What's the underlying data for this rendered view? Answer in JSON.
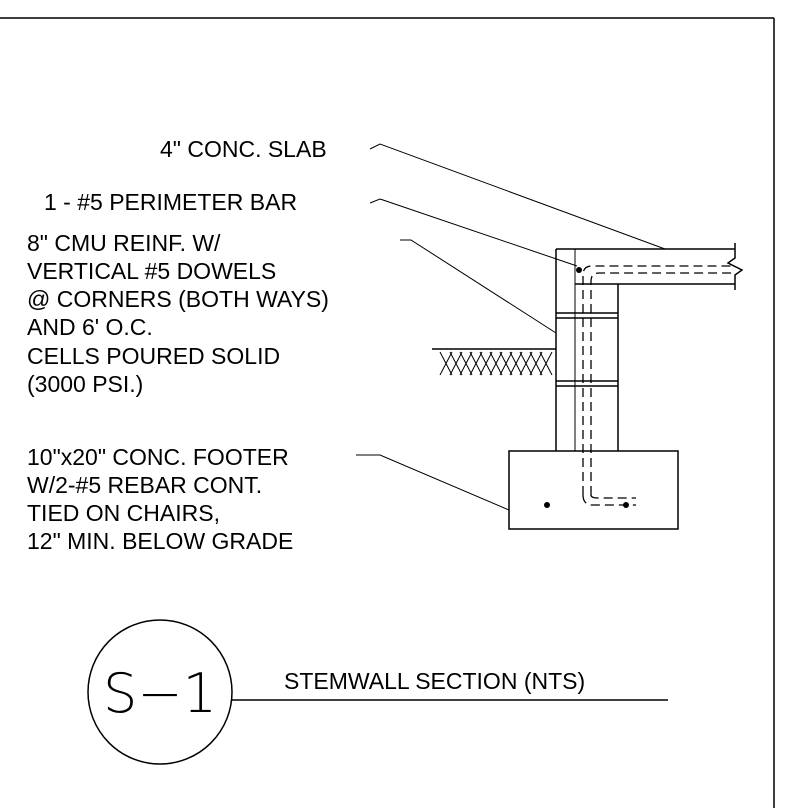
{
  "callouts": {
    "slab": "4\" CONC. SLAB",
    "perimeter_bar": "1 - #5 PERIMETER BAR",
    "cmu": [
      "8\" CMU REINF.  W/",
      "VERTICAL #5 DOWELS",
      "@ CORNERS (BOTH WAYS)",
      "AND 6' O.C.",
      "CELLS POURED SOLID",
      "(3000 PSI.)"
    ],
    "footer": [
      "10\"x20\" CONC. FOOTER",
      "W/2-#5 REBAR CONT.",
      "TIED ON CHAIRS,",
      "12\" MIN. BELOW GRADE"
    ]
  },
  "detail_tag": {
    "number": "S−1",
    "title": "STEMWALL SECTION (NTS)"
  }
}
